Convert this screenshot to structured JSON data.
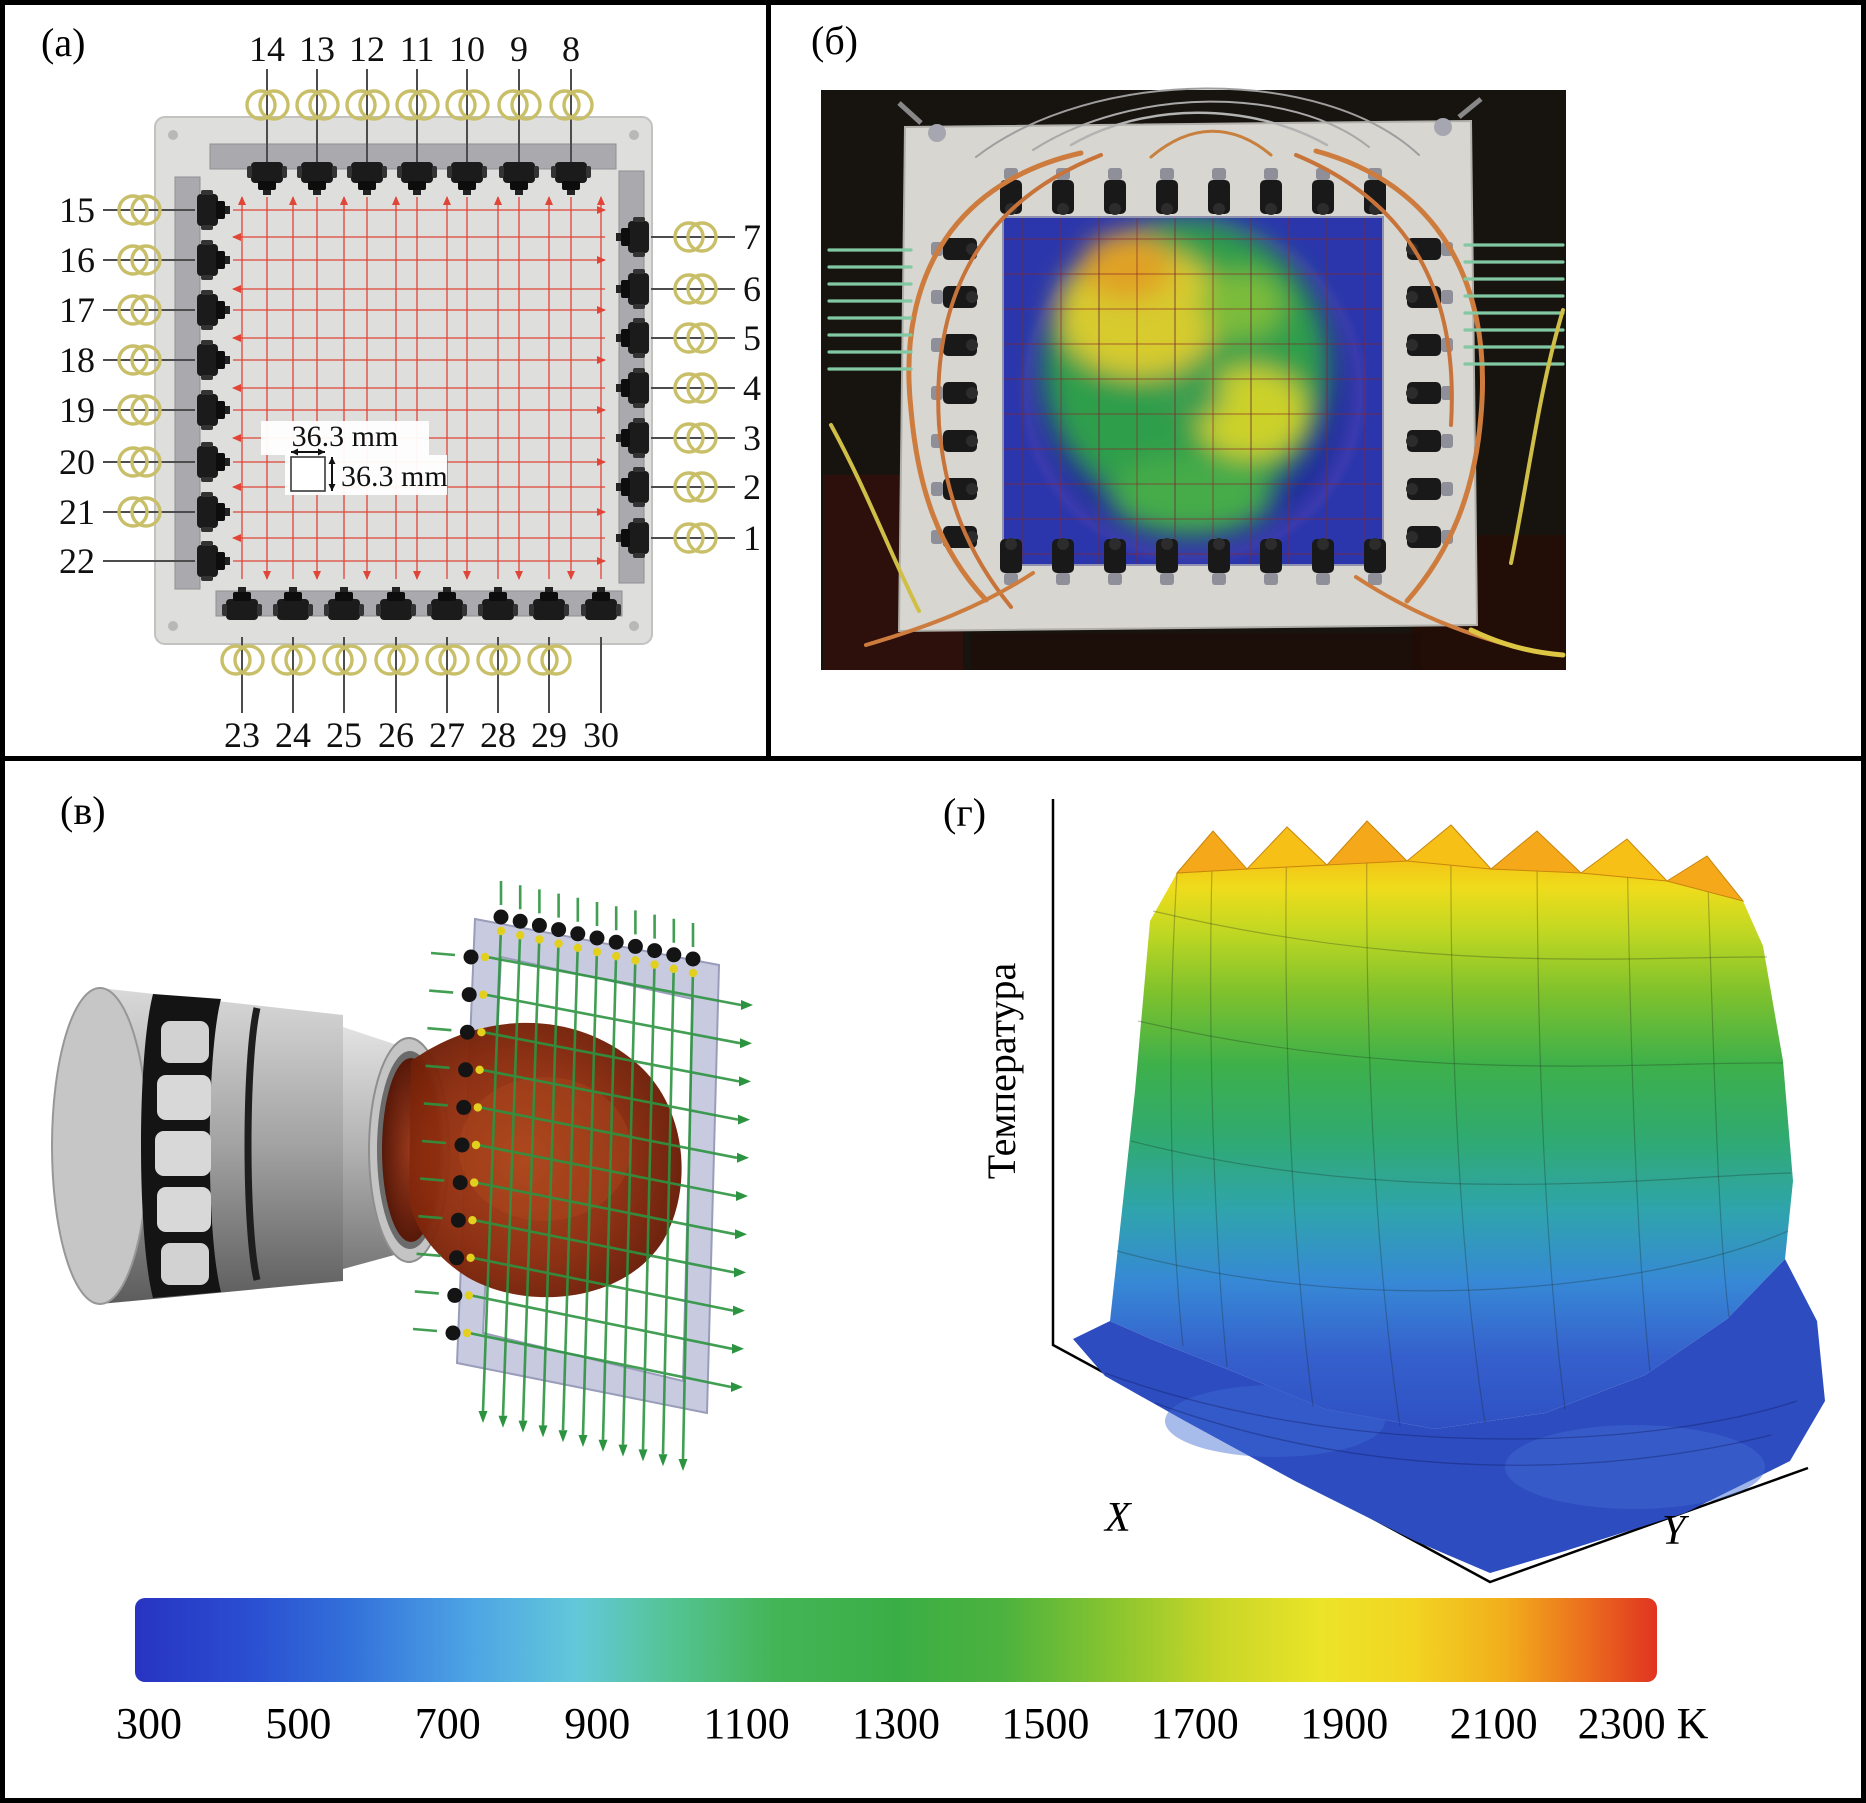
{
  "panels": {
    "a": {
      "label": "(а)",
      "top_numbers": [
        "14",
        "13",
        "12",
        "11",
        "10",
        "9",
        "8"
      ],
      "left_numbers": [
        "15",
        "16",
        "17",
        "18",
        "19",
        "20",
        "21",
        "22"
      ],
      "right_numbers": [
        "7",
        "6",
        "5",
        "4",
        "3",
        "2",
        "1"
      ],
      "bottom_numbers": [
        "23",
        "24",
        "25",
        "26",
        "27",
        "28",
        "29",
        "30"
      ],
      "dim_horizontal": "36.3 mm",
      "dim_vertical": "36.3 mm"
    },
    "b": {
      "label": "(б)"
    },
    "c": {
      "label": "(в)"
    },
    "d": {
      "label": "(г)",
      "z_axis_label": "Температура",
      "x_axis_label": "X",
      "y_axis_label": "Y"
    }
  },
  "colorbar": {
    "ticks": [
      "300",
      "500",
      "700",
      "900",
      "1100",
      "1300",
      "1500",
      "1700",
      "1900",
      "2100",
      "2300 K"
    ],
    "unit": "K",
    "min_color": "#2834c2",
    "max_color": "#e03420"
  },
  "chart_data": [
    {
      "type": "heatmap",
      "panel": "б",
      "scale": {
        "min": 300,
        "max": 2300,
        "unit": "K"
      },
      "notes": "круглая горячая зона: центр ~1500–1900 K, периферия ~300–500 K"
    },
    {
      "type": "area",
      "panel": "г",
      "xlabel": "X",
      "ylabel": "Y",
      "zlabel": "Температура",
      "z_range": [
        300,
        2300
      ],
      "plateau_K": [
        1700,
        2100
      ],
      "base_K": [
        300,
        500
      ]
    },
    {
      "type": "table",
      "panel": "colorbar",
      "categories": [
        "300",
        "500",
        "700",
        "900",
        "1100",
        "1300",
        "1500",
        "1700",
        "1900",
        "2100",
        "2300"
      ],
      "unit": "K"
    }
  ]
}
